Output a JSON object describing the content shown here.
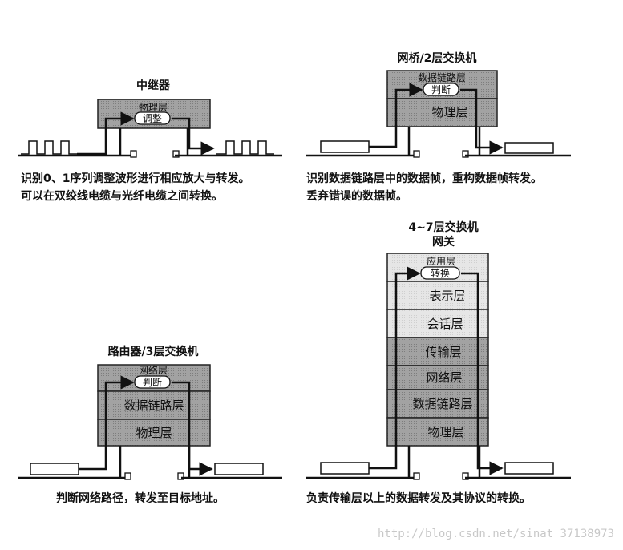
{
  "colors": {
    "box_dark": "#9c9c9c",
    "box_light": "#e2e2e2",
    "line": "#111111",
    "stroke": "#222222"
  },
  "repeater": {
    "title": "中继器",
    "layer_physical": "物理层",
    "pill": "调整",
    "caption_line1": "识别0、1序列调整波形进行相应放大与转发。",
    "caption_line2": "可以在双绞线电缆与光纤电缆之间转换。"
  },
  "bridge": {
    "title": "网桥/2层交换机",
    "layer_datalink": "数据链路层",
    "pill": "判断",
    "layer_physical": "物理层",
    "caption_line1": "识别数据链路层中的数据帧，重构数据帧转发。",
    "caption_line2": "丢弃错误的数据帧。"
  },
  "router": {
    "title": "路由器/3层交换机",
    "layer_network": "网络层",
    "pill": "判断",
    "layer_datalink": "数据链路层",
    "layer_physical": "物理层",
    "caption": "判断网络路径，转发至目标地址。"
  },
  "gateway": {
    "title_line1": "4~7层交换机",
    "title_line2": "网关",
    "layer_application": "应用层",
    "pill": "转换",
    "layer_presentation": "表示层",
    "layer_session": "会话层",
    "layer_transport": "传输层",
    "layer_network": "网络层",
    "layer_datalink": "数据链路层",
    "layer_physical": "物理层",
    "caption": "负责传输层以上的数据转发及其协议的转换。"
  },
  "watermark": "http://blog.csdn.net/sinat_37138973"
}
